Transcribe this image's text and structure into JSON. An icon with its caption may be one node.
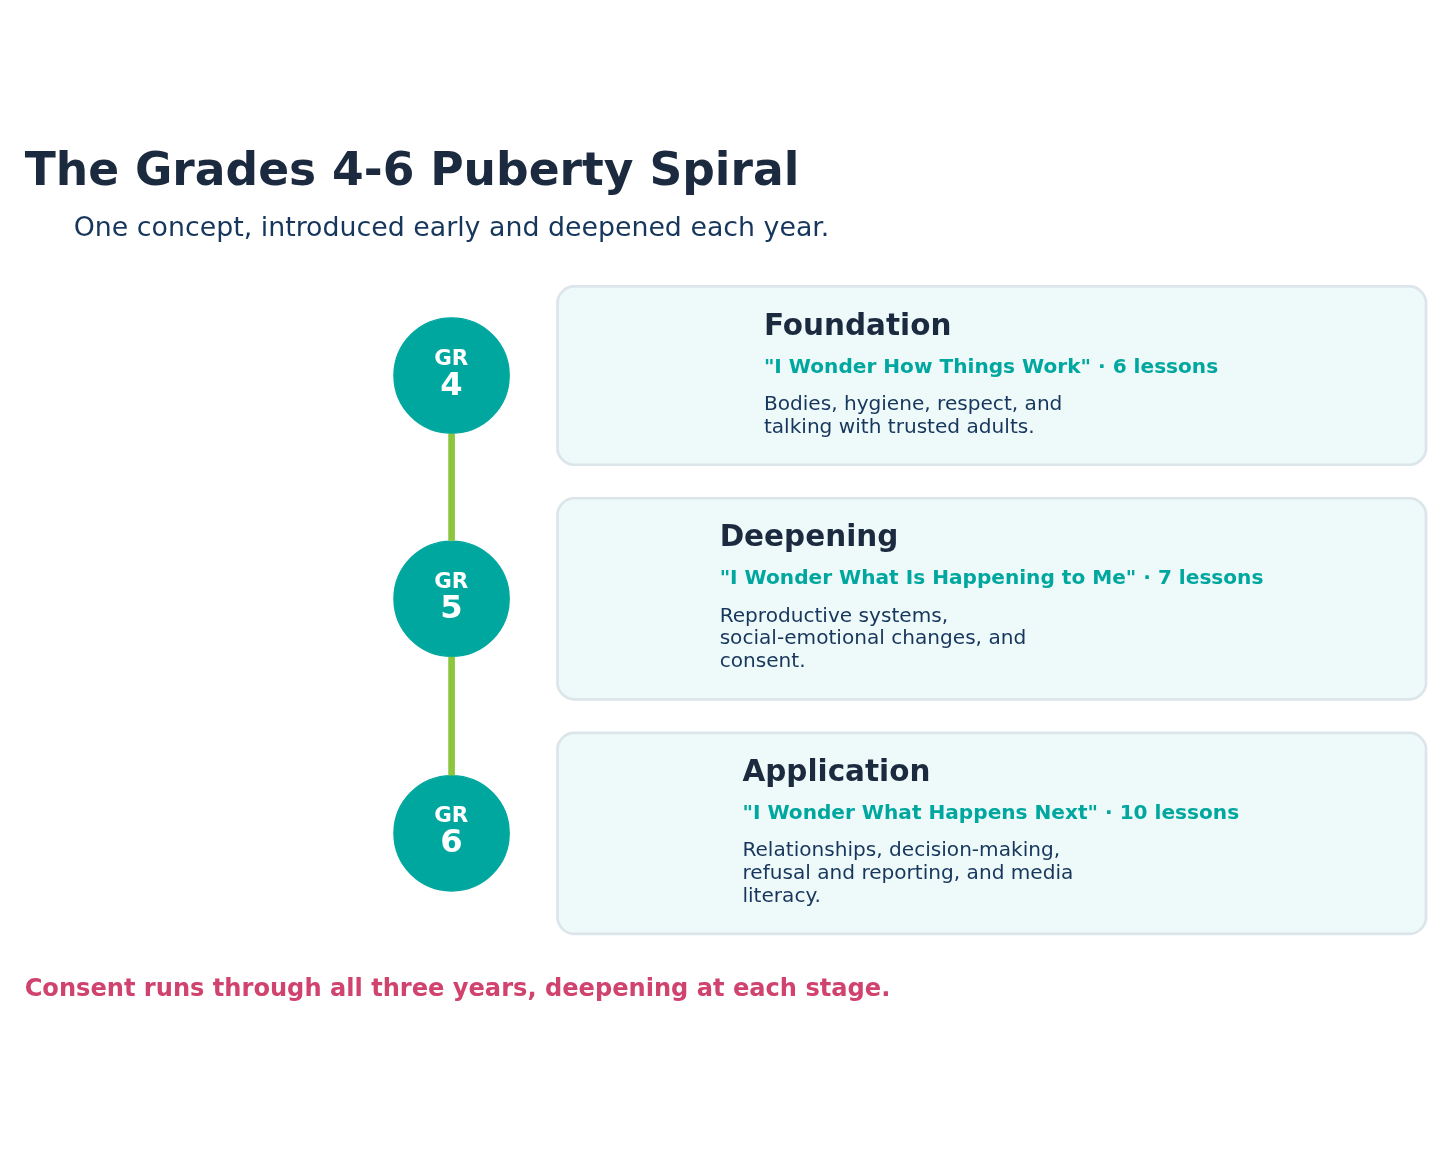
{
  "diagram": {
    "title": "The Grades 4-6 Puberty Spiral",
    "caption": "Consent runs through all three years, deepening at each stage.",
    "nodes": [
      {
        "text": [
          "GR",
          "4"
        ]
      },
      {
        "text": [
          "Foundation",
          "\"I Wonder How Things Work\" · 6 lessons",
          "Bodies, hygiene, respect, and talking with trusted adults."
        ]
      },
      {
        "text": [
          "GR",
          "5"
        ]
      },
      {
        "text": [
          "Deepening",
          "\"I Wonder What Is Happening to Me\" · 7 lessons",
          "Reproductive systems, social-emotional changes, and consent."
        ]
      },
      {
        "text": [
          "GR",
          "6"
        ]
      },
      {
        "text": [
          "Application",
          "\"I Wonder What Happens Next\" · 10 lessons",
          "Relationships, decision-making, refusal and reporting, and media literacy."
        ]
      }
    ],
    "edges": [
      {
        "from": 0,
        "to": 2,
        "arrow": "none"
      },
      {
        "from": 2,
        "to": 4,
        "arrow": "none"
      }
    ],
    "labels": [
      "One concept, introduced early and deepened each year."
    ]
  }
}
